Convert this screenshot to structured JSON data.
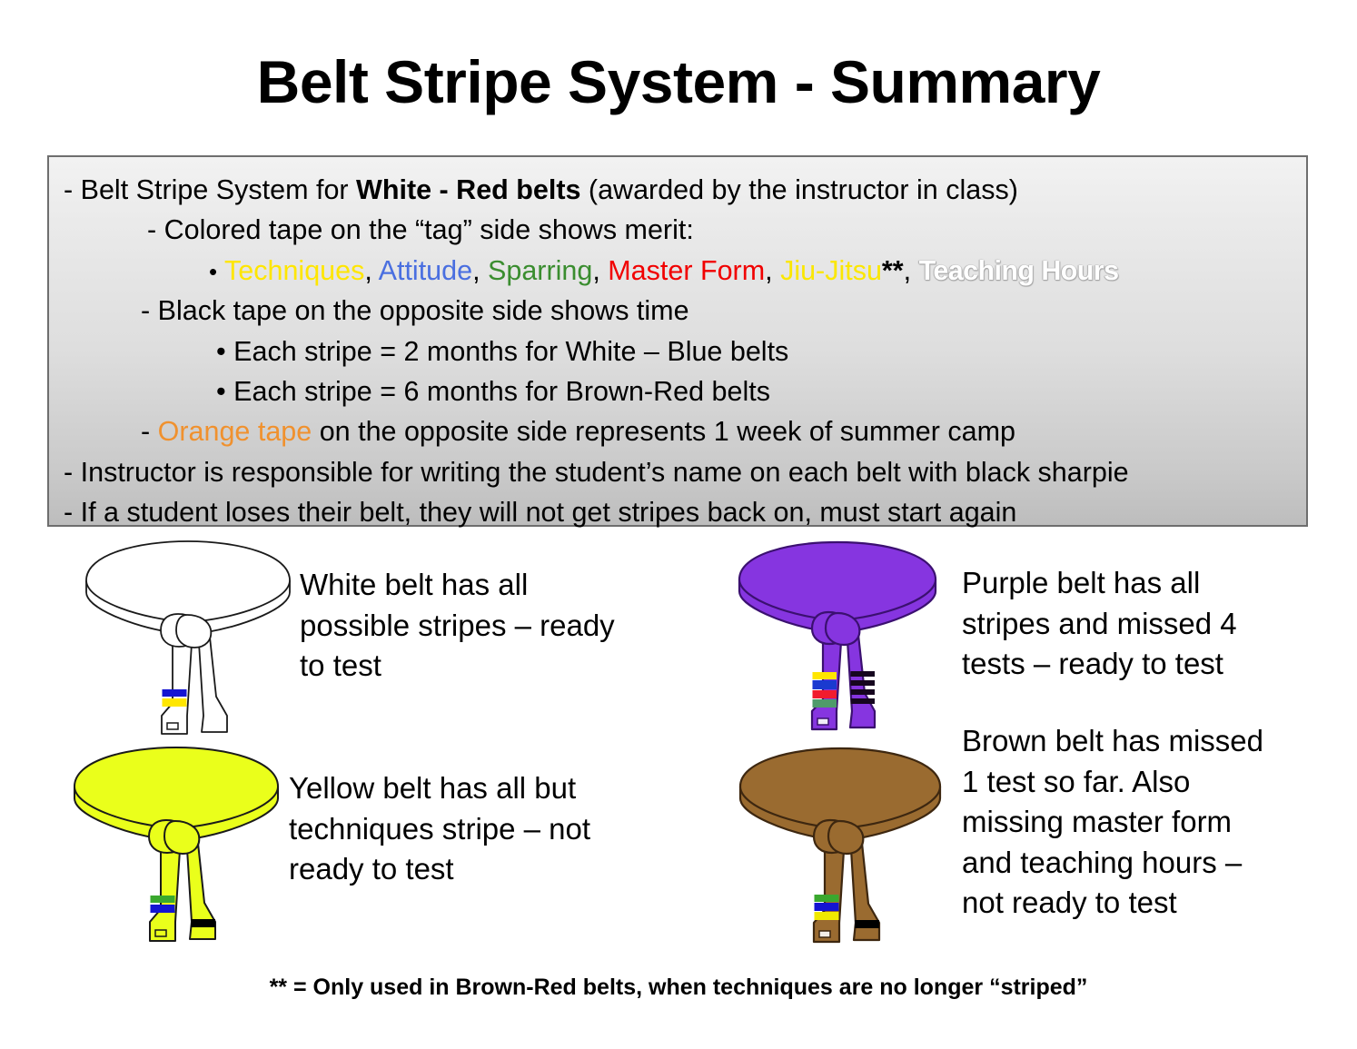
{
  "title": "Belt Stripe System - Summary",
  "panel": {
    "line1": {
      "prefix": "- Belt Stripe System for ",
      "bold": "White - Red belts",
      "suffix": " (awarded by the  instructor in class)"
    },
    "line2": "- Colored tape on the “tag” side shows merit:",
    "merit_bullet": {
      "dot": "•",
      "items": [
        {
          "label": "Techniques",
          "color": "#ffe600"
        },
        {
          "label": "Attitude",
          "color": "#4a6fe0"
        },
        {
          "label": "Sparring",
          "color": "#3a8d2f"
        },
        {
          "label": "Master Form",
          "color": "#f10000"
        },
        {
          "label": "Jiu-Jitsu",
          "color": "#fbe700"
        },
        {
          "label": "Teaching Hours",
          "color": "#ffffff"
        }
      ],
      "separator": ", ",
      "stars": "**"
    },
    "line4": "- Black tape on the opposite side shows time",
    "line5": "• Each stripe = 2 months for White – Blue belts",
    "line6": "• Each stripe = 6 months for Brown-Red belts",
    "line7": {
      "dash": "- ",
      "highlight": "Orange tape",
      "highlight_color": "#f0912e",
      "rest": " on the opposite side represents 1 week of summer camp"
    },
    "line8": "- Instructor is responsible for writing the student’s name on each belt with black sharpie",
    "line9": "- If a student loses their belt, they will not get stripes back on, must start again"
  },
  "belts": [
    {
      "name": "white",
      "belt_color": "#ffffff",
      "outline_color": "#1a1a1a",
      "merit_stripes": [
        "#1414d2",
        "#ffe600"
      ],
      "time_stripes": [],
      "caption": "White belt has all possible stripes – ready to test"
    },
    {
      "name": "yellow",
      "belt_color": "#eaff1b",
      "outline_color": "#1a1a1a",
      "merit_stripes": [
        "#3aa82e",
        "#1414d2"
      ],
      "time_stripes": [
        "#000000"
      ],
      "caption": "Yellow belt has all but techniques stripe – not ready to test"
    },
    {
      "name": "purple",
      "belt_color": "#8635e0",
      "outline_color": "#3b1070",
      "merit_stripes": [
        "#ffe600",
        "#1a3ad0",
        "#f11c2e",
        "#4f9b6a"
      ],
      "time_stripes": [
        "#16061f",
        "#16061f",
        "#16061f",
        "#16061f"
      ],
      "caption": "Purple belt has all stripes and missed 4 tests – ready to test"
    },
    {
      "name": "brown",
      "belt_color": "#9a6b30",
      "outline_color": "#3d2710",
      "merit_stripes": [
        "#3aa82e",
        "#1414d2",
        "#f0e800"
      ],
      "time_stripes": [
        "#000000"
      ],
      "caption": "Brown belt has missed 1 test so far. Also missing master form and teaching hours – not ready to test"
    }
  ],
  "footnote": "** = Only used in Brown-Red belts, when techniques are no longer “striped”"
}
